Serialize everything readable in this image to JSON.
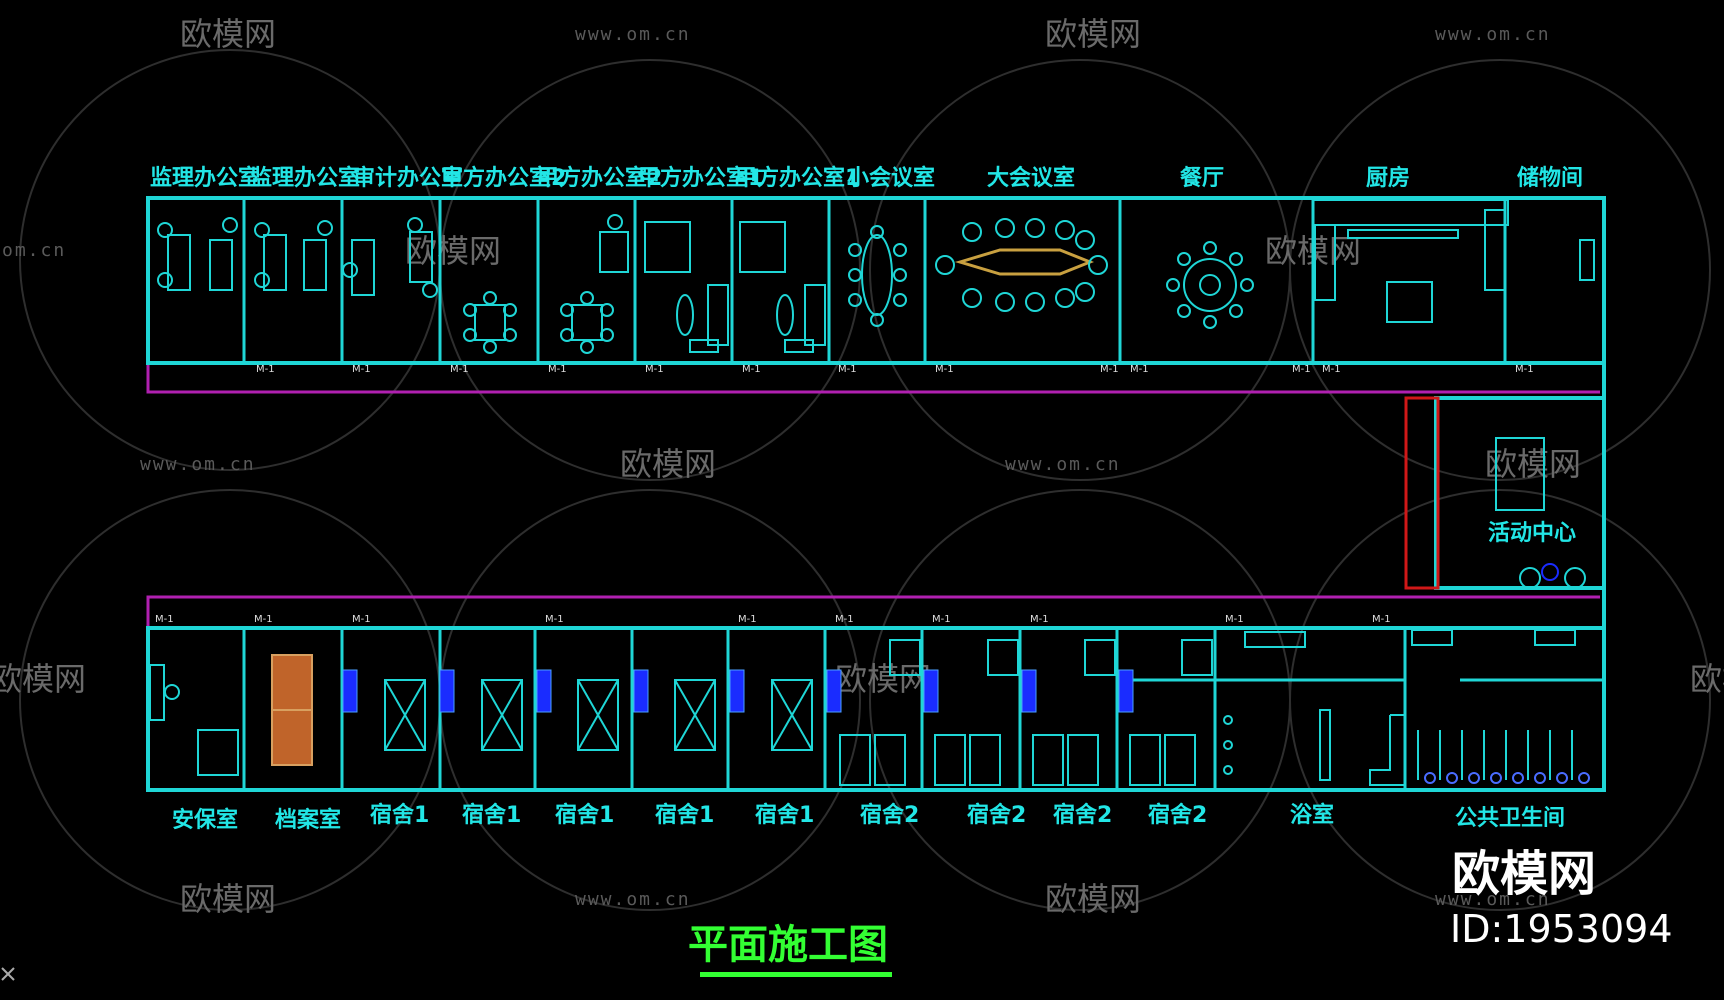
{
  "drawing": {
    "title": "平面施工图",
    "colors": {
      "wall": "#1fd6d6",
      "corridor": "#b020b0",
      "accent_red": "#d01818",
      "title": "#33ff33",
      "furniture_blue": "#1a2cff",
      "cabinet": "#c0642a"
    },
    "top_rooms": [
      "监理办公室",
      "监理办公室",
      "审计办公室",
      "甲方办公室2",
      "甲方办公室2",
      "甲方办公室1",
      "甲方办公室1",
      "小会议室",
      "大会议室",
      "餐厅",
      "厨房",
      "储物间"
    ],
    "activity_center": "活动中心",
    "bottom_rooms": [
      "安保室",
      "档案室",
      "宿舍1",
      "宿舍1",
      "宿舍1",
      "宿舍1",
      "宿舍1",
      "宿舍2",
      "宿舍2",
      "宿舍2",
      "宿舍2",
      "浴室",
      "公共卫生间"
    ],
    "door_tag": "M-1"
  },
  "watermark": {
    "logo_text": "欧模网",
    "url_text": "www.om.cn",
    "side_url": "om.cn"
  },
  "brand": {
    "name": "欧模网",
    "id_text": "ID:1953094"
  }
}
